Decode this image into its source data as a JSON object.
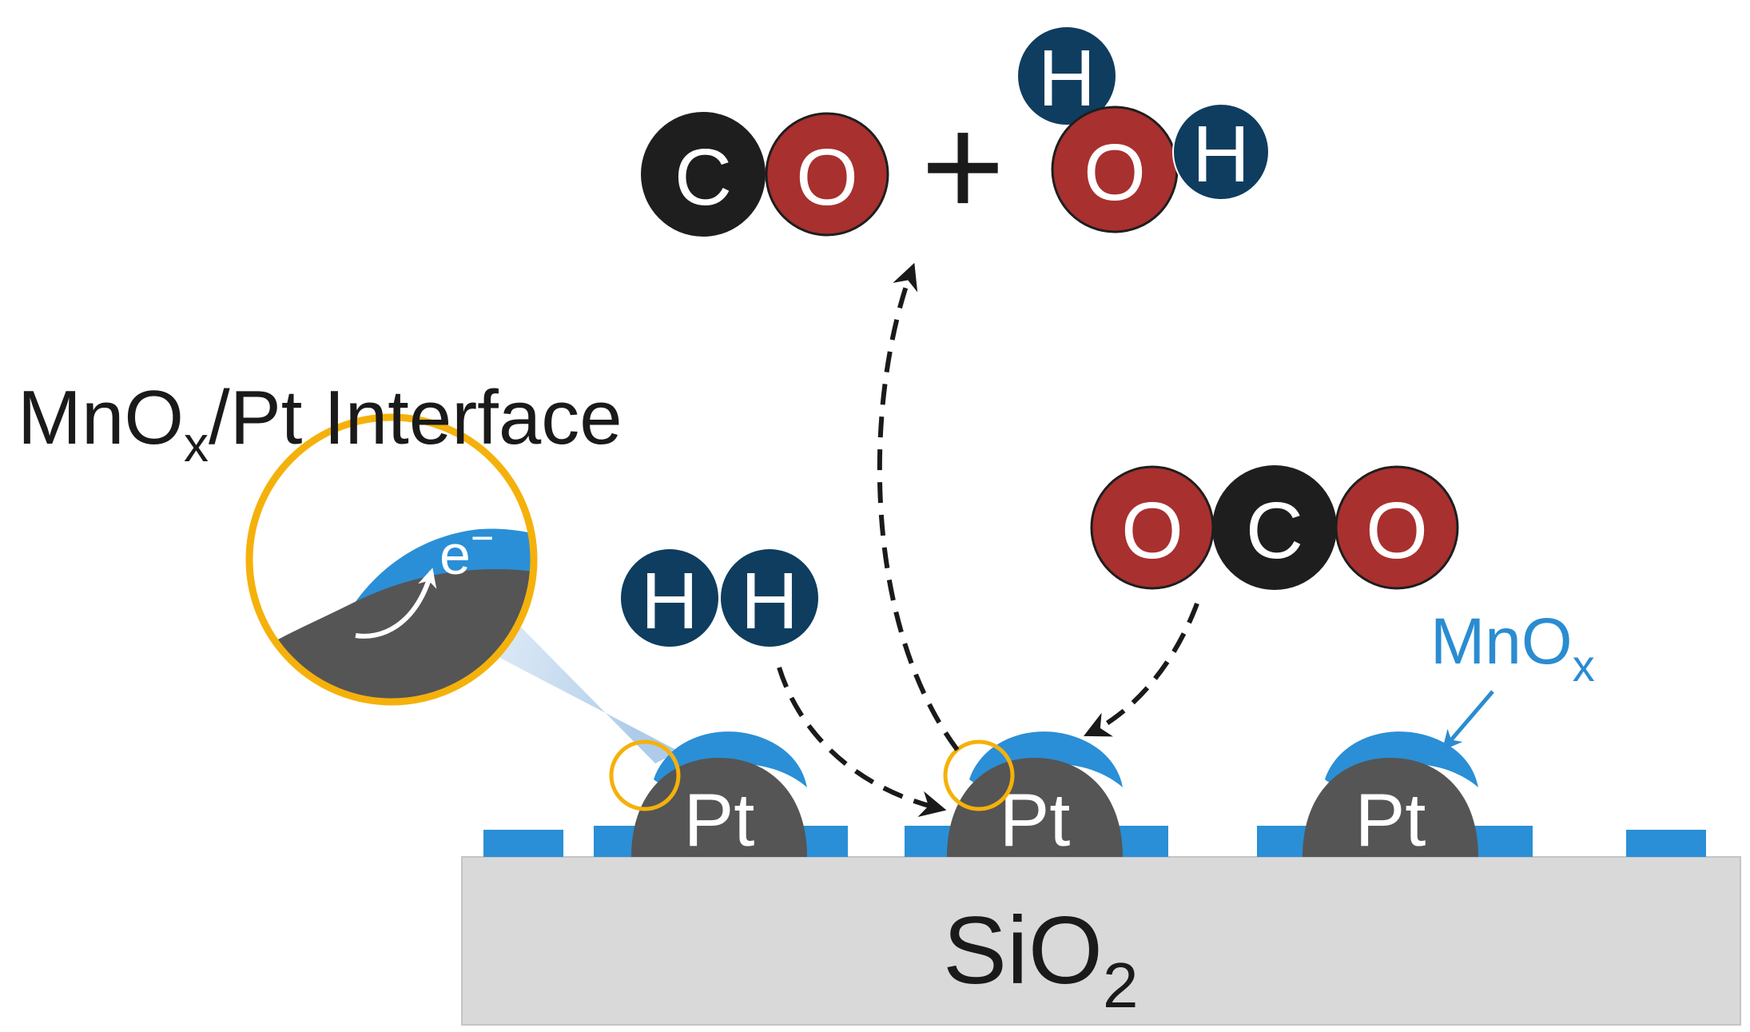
{
  "labels": {
    "interface_title": "MnO",
    "interface_sub": "x",
    "interface_rest": "/Pt Interface",
    "substrate_main": "SiO",
    "substrate_sub": "2",
    "mnox_main": "MnO",
    "mnox_sub": "x",
    "electron": "e",
    "electron_sup": "−",
    "plus": "+"
  },
  "particles": [
    {
      "label": "Pt"
    },
    {
      "label": "Pt"
    },
    {
      "label": "Pt"
    }
  ],
  "molecules": {
    "co": [
      {
        "label": "C"
      },
      {
        "label": "O"
      }
    ],
    "water": [
      {
        "label": "H"
      },
      {
        "label": "O"
      },
      {
        "label": "H"
      }
    ],
    "h2": [
      {
        "label": "H"
      },
      {
        "label": "H"
      }
    ],
    "co2": [
      {
        "label": "O"
      },
      {
        "label": "C"
      },
      {
        "label": "O"
      }
    ]
  },
  "colors": {
    "carbon": "#1e1e1e",
    "oxygen": "#a8302f",
    "hydrogen": "#0e3d5f",
    "platinum": "#555555",
    "mnox": "#2a8fd6",
    "mnox_text": "#2b8cd1",
    "substrate": "#d9d9d9",
    "highlight_ring": "#f5b10b"
  }
}
